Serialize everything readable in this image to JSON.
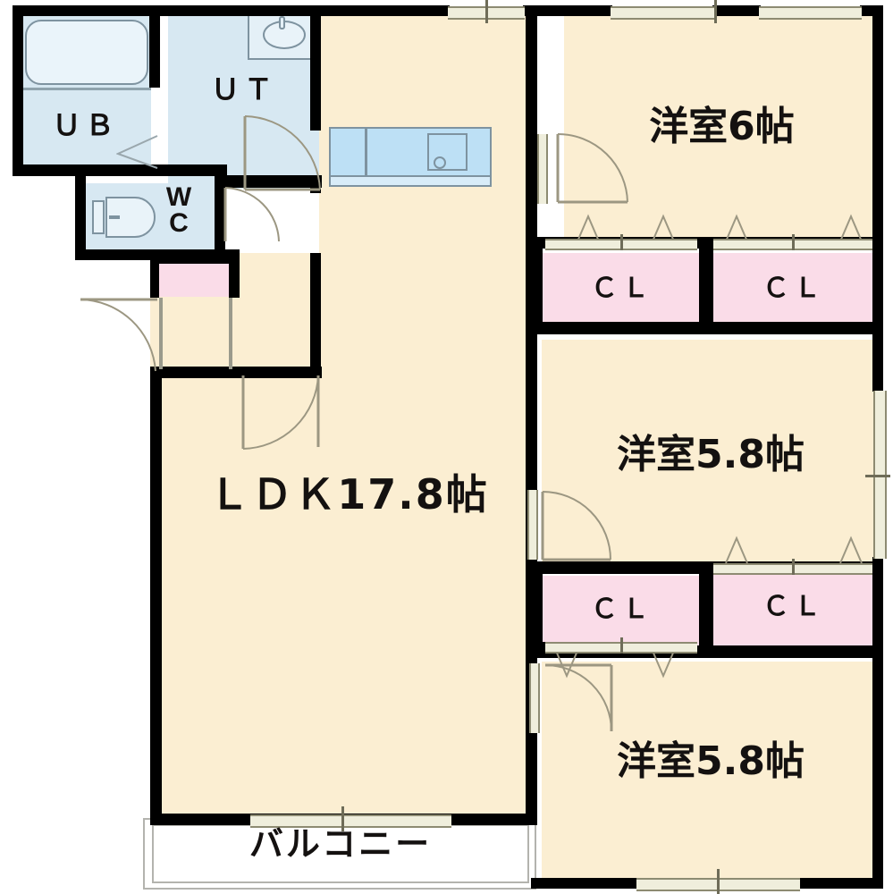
{
  "plan": {
    "type": "japanese-apartment-floor-plan",
    "layout_code": "3LDK",
    "background": "#ffffff",
    "colors": {
      "wall": "#000000",
      "room_floor": "#fbeed2",
      "wet_area_floor": "#d7e8f2",
      "closet_floor": "#fadce8",
      "balcony_floor": "#ffffff",
      "window_line": "#8d8b72",
      "door_arc": "#9c9782",
      "fixture_outline": "#7e93a0",
      "text": "#141110"
    }
  },
  "rooms": {
    "unit_bath": {
      "label": "ＵＢ",
      "name": "unit-bath"
    },
    "utility": {
      "label": "ＵＴ",
      "name": "utility-room"
    },
    "wc": {
      "label_line1": "W",
      "label_line2": "C",
      "label": "WC",
      "name": "toilet"
    },
    "ldk": {
      "label": "ＬＤＫ17.8帖",
      "size_jo": 17.8,
      "name": "living-dining-kitchen"
    },
    "washitsu_top": {
      "label": "洋室6帖",
      "size_jo": 6,
      "name": "western-room-6"
    },
    "washitsu_mid": {
      "label": "洋室5.8帖",
      "size_jo": 5.8,
      "name": "western-room-5-8-middle"
    },
    "washitsu_bottom": {
      "label": "洋室5.8帖",
      "size_jo": 5.8,
      "name": "western-room-5-8-bottom"
    },
    "balcony": {
      "label": "バルコニー",
      "name": "balcony"
    }
  },
  "closets": [
    {
      "label": "ＣＬ",
      "name": "closet-top-left"
    },
    {
      "label": "ＣＬ",
      "name": "closet-top-right"
    },
    {
      "label": "ＣＬ",
      "name": "closet-mid-left"
    },
    {
      "label": "ＣＬ",
      "name": "closet-mid-right"
    }
  ],
  "fixtures": [
    {
      "name": "bathtub",
      "room": "unit_bath"
    },
    {
      "name": "washbasin",
      "room": "utility"
    },
    {
      "name": "toilet",
      "room": "wc"
    },
    {
      "name": "kitchen-counter",
      "room": "ldk"
    },
    {
      "name": "kitchen-sink",
      "room": "ldk"
    },
    {
      "name": "shoe-cabinet",
      "room": "entrance"
    }
  ],
  "openings": {
    "windows": [
      {
        "name": "window-ldk-top",
        "orientation": "horizontal"
      },
      {
        "name": "window-room6-top",
        "orientation": "horizontal"
      },
      {
        "name": "window-room58mid-right",
        "orientation": "vertical"
      },
      {
        "name": "window-room58bottom-bottom",
        "orientation": "horizontal"
      },
      {
        "name": "window-balcony-top",
        "orientation": "horizontal"
      }
    ],
    "doors": [
      {
        "name": "door-unit-bath",
        "type": "folding"
      },
      {
        "name": "door-utility",
        "type": "swing"
      },
      {
        "name": "door-wc",
        "type": "swing"
      },
      {
        "name": "door-entrance",
        "type": "swing"
      },
      {
        "name": "door-ldk-hall",
        "type": "swing"
      },
      {
        "name": "door-room6",
        "type": "swing"
      },
      {
        "name": "door-room58mid",
        "type": "swing"
      },
      {
        "name": "door-room58bottom",
        "type": "swing"
      }
    ]
  }
}
